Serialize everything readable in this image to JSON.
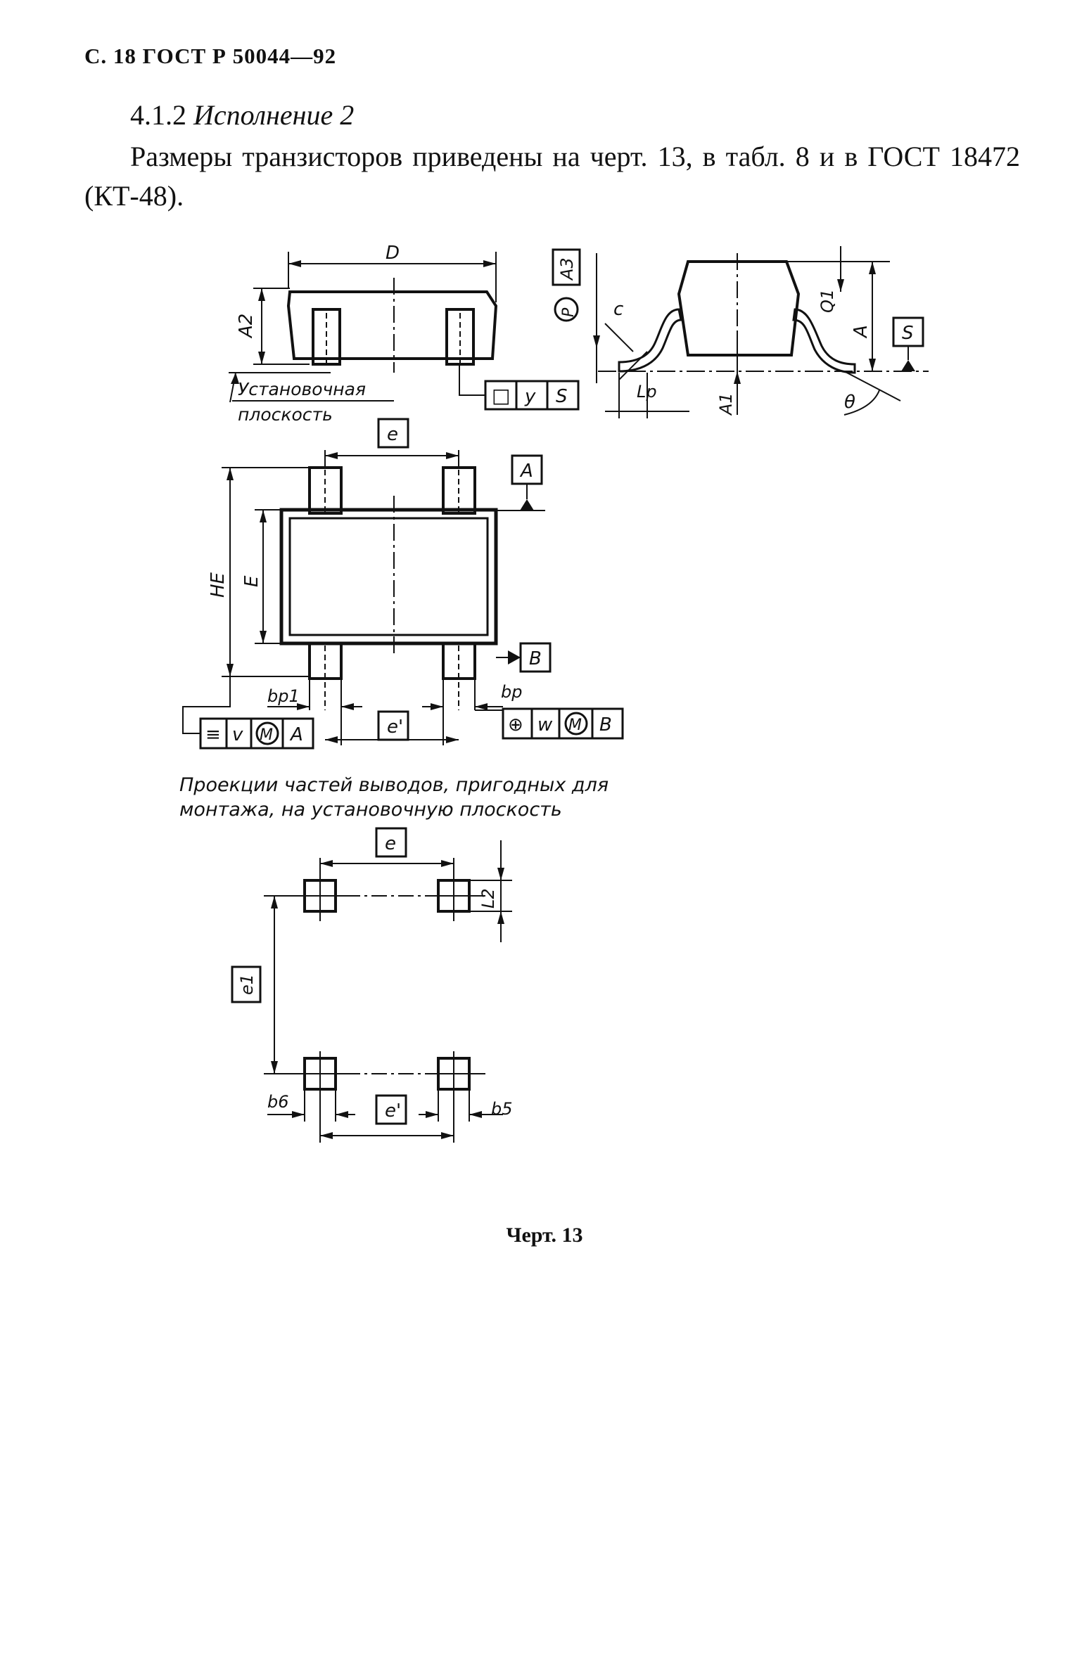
{
  "header": {
    "page_ref": "С. 18 ГОСТ Р 50044—92"
  },
  "section": {
    "number": "4.1.2",
    "title": "Исполнение 2"
  },
  "paragraph": {
    "text": "Размеры транзисторов приведены на черт. 13, в табл. 8 и в ГОСТ 18472 (КТ-48)."
  },
  "drawing": {
    "side_view": {
      "dim_D": "D",
      "dim_A2": "A2",
      "label_line1": "Установочная",
      "label_line2": "плоскость",
      "frame_flatness": "□",
      "frame_y": "y",
      "frame_S": "S"
    },
    "end_view": {
      "dim_A3": "A3",
      "circle_P": "P",
      "dim_c": "c",
      "dim_Lp": "Lp",
      "dim_A1": "A1",
      "dim_Q1": "Q1",
      "dim_A": "A",
      "datum_S": "S",
      "dim_theta": "θ"
    },
    "top_view": {
      "dim_e": "e",
      "datum_A": "A",
      "dim_HE": "HE",
      "dim_E": "E",
      "datum_B": "B",
      "dim_bp1": "bp1",
      "dim_bp": "bp",
      "dim_e_prime": "e'",
      "frame_left": [
        "≡",
        "v",
        "M",
        "A"
      ],
      "frame_right": [
        "⊕",
        "w",
        "M",
        "B"
      ]
    },
    "projection_caption_line1": "Проекции частей выводов, пригодных для",
    "projection_caption_line2": "монтажа, на установочную плоскость",
    "footprint": {
      "dim_e": "e",
      "dim_L2": "L2",
      "dim_e1": "e1",
      "dim_b6": "b6",
      "dim_e_prime": "e'",
      "dim_b5": "b5"
    }
  },
  "figure_caption": "Черт. 13"
}
